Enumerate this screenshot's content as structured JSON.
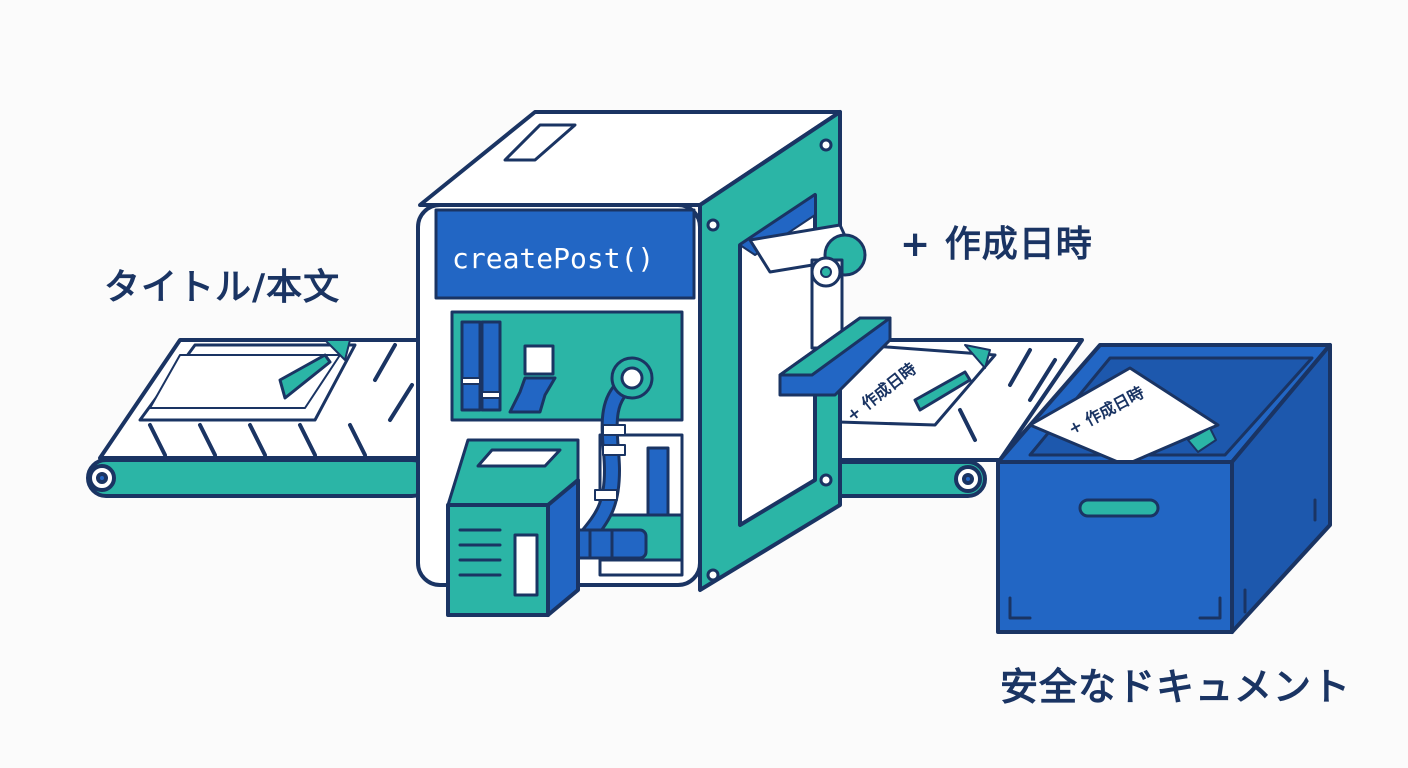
{
  "labels": {
    "input": "タイトル/本文",
    "added_field": "+ 作成日時",
    "output": "安全なドキュメント"
  },
  "machine": {
    "function_name": "createPost()"
  },
  "documents": {
    "stamped_text": "+ 作成日時",
    "bin_doc_text": "+ 作成日時"
  },
  "colors": {
    "navy": "#1a3463",
    "teal": "#2bb5a6",
    "blue": "#2266c4",
    "white": "#ffffff",
    "background": "#fbfbfb"
  }
}
